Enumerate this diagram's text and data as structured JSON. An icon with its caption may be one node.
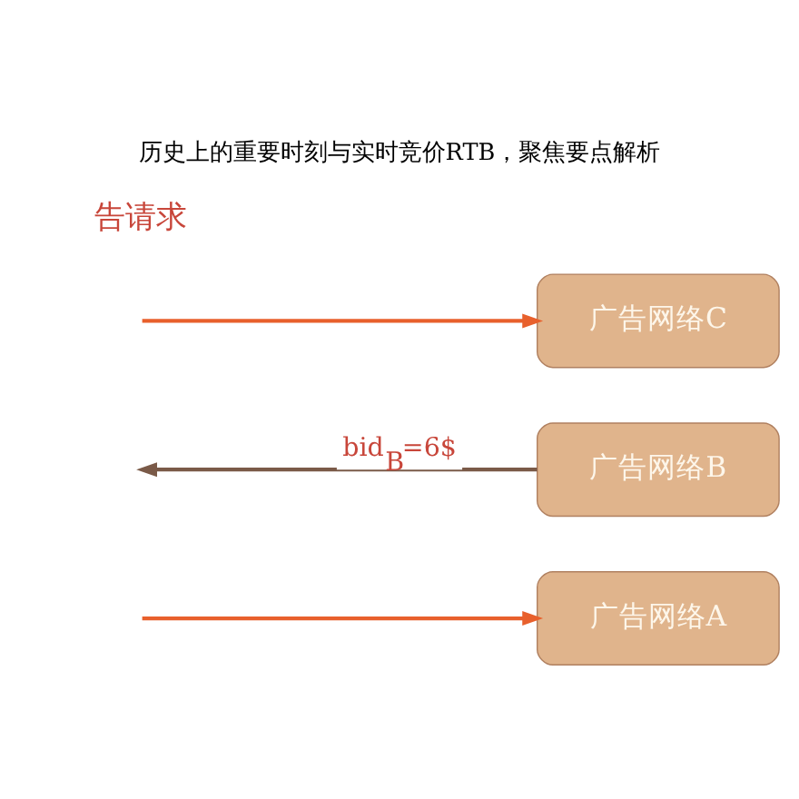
{
  "diagram": {
    "title": "历史上的重要时刻与实时竞价RTB，聚焦要点解析",
    "nodes": [
      {
        "text": [
          "广告网络A"
        ]
      },
      {
        "text": [
          "广告网络B"
        ]
      },
      {
        "text": [
          "广告网络C"
        ]
      }
    ],
    "edges": [
      {
        "from": null,
        "to": 0,
        "arrow": "to"
      },
      {
        "from": 1,
        "to": null,
        "arrow": "to",
        "label": "bid$_{B}$=6$",
        "color": "#7a5a48"
      },
      {
        "from": null,
        "to": 2,
        "arrow": "to"
      }
    ],
    "labels": [
      "告请求"
    ]
  }
}
